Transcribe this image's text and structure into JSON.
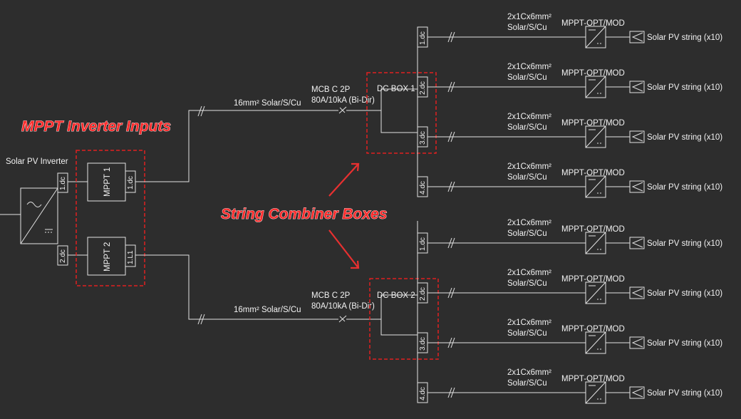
{
  "annotations": {
    "mppt_inputs": "MPPT Inverter Inputs",
    "combiner_boxes": "String Combiner Boxes"
  },
  "inverter": {
    "label": "Solar PV Inverter",
    "ports": [
      "1.dc",
      "2.dc"
    ]
  },
  "mppts": [
    {
      "label": "MPPT 1",
      "port": "1.dc"
    },
    {
      "label": "MPPT 2",
      "port": "1.L1"
    }
  ],
  "feeders": [
    {
      "cable": "16mm² Solar/S/Cu",
      "breaker_line1": "MCB C 2P",
      "breaker_line2": "80A/10kA (Bi-Dir)",
      "box": "DC BOX 1"
    },
    {
      "cable": "16mm² Solar/S/Cu",
      "breaker_line1": "MCB C 2P",
      "breaker_line2": "80A/10kA (Bi-Dir)",
      "box": "DC BOX 2"
    }
  ],
  "strings": [
    {
      "port": "1.dc",
      "cable_line1": "2x1Cx6mm²",
      "cable_line2": "Solar/S/Cu",
      "optimizer": "MPPT-OPT/MOD",
      "source": "Solar PV string (x10)"
    },
    {
      "port": "2.dc",
      "cable_line1": "2x1Cx6mm²",
      "cable_line2": "Solar/S/Cu",
      "optimizer": "MPPT-OPT/MOD",
      "source": "Solar PV string (x10)"
    },
    {
      "port": "3.dc",
      "cable_line1": "2x1Cx6mm²",
      "cable_line2": "Solar/S/Cu",
      "optimizer": "MPPT-OPT/MOD",
      "source": "Solar PV string (x10)"
    },
    {
      "port": "4.dc",
      "cable_line1": "2x1Cx6mm²",
      "cable_line2": "Solar/S/Cu",
      "optimizer": "MPPT-OPT/MOD",
      "source": "Solar PV string (x10)"
    },
    {
      "port": "1.dc",
      "cable_line1": "2x1Cx6mm²",
      "cable_line2": "Solar/S/Cu",
      "optimizer": "MPPT-OPT/MOD",
      "source": "Solar PV string (x10)"
    },
    {
      "port": "2.dc",
      "cable_line1": "2x1Cx6mm²",
      "cable_line2": "Solar/S/Cu",
      "optimizer": "MPPT-OPT/MOD",
      "source": "Solar PV string (x10)"
    },
    {
      "port": "3.dc",
      "cable_line1": "2x1Cx6mm²",
      "cable_line2": "Solar/S/Cu",
      "optimizer": "MPPT-OPT/MOD",
      "source": "Solar PV string (x10)"
    },
    {
      "port": "4.dc",
      "cable_line1": "2x1Cx6mm²",
      "cable_line2": "Solar/S/Cu",
      "optimizer": "MPPT-OPT/MOD",
      "source": "Solar PV string (x10)"
    }
  ],
  "colors": {
    "background": "#2d2d2d",
    "wire": "#e2e2e2",
    "annotation": "#ff2b2b"
  }
}
